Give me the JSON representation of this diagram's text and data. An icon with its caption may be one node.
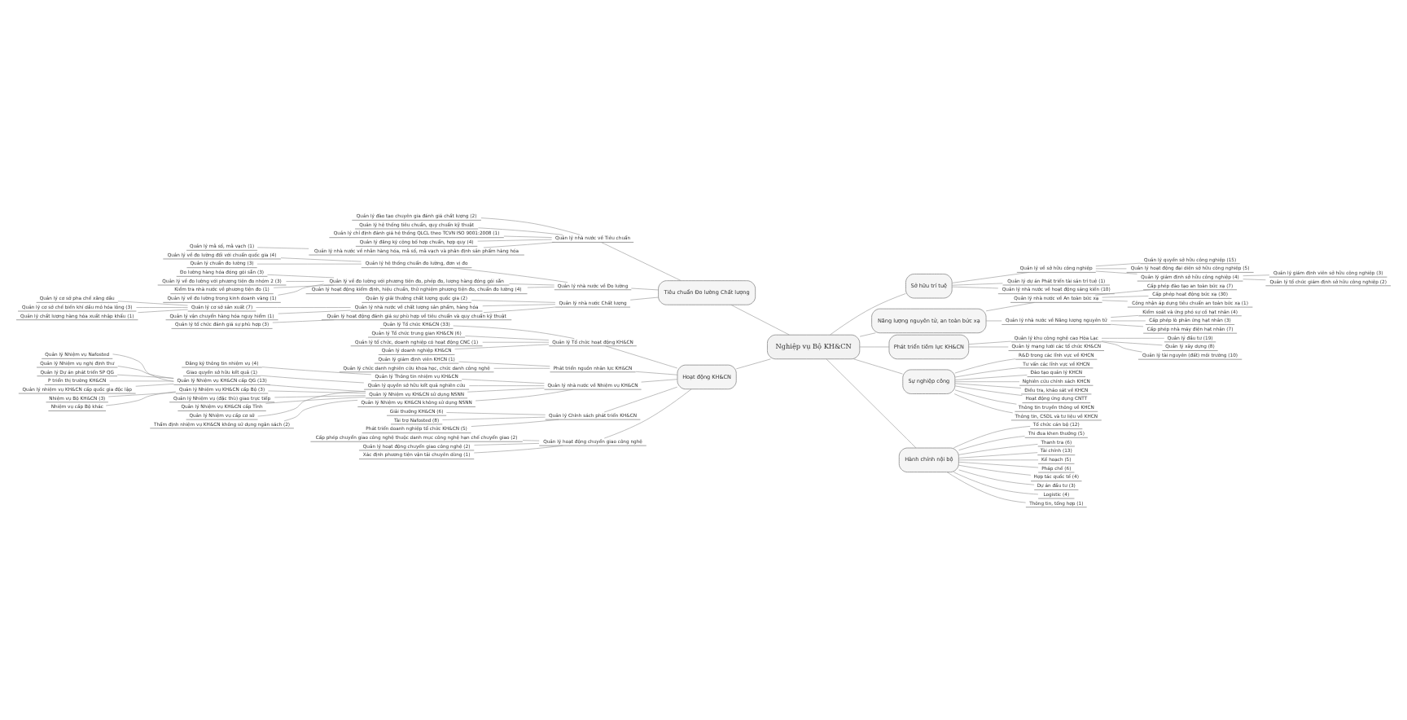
{
  "diagram": {
    "nodes": [
      {
        "text": [
          "Nghiệp vụ Bộ KH&CN"
        ]
      },
      {
        "text": [
          "Tiêu chuẩn Đo lường Chất lượng"
        ]
      },
      {
        "text": [
          "Quản lý nhà nước về Tiêu chuẩn"
        ]
      },
      {
        "text": [
          "Quản lý đào tạo chuyên gia đánh giá chất lượng (2)"
        ]
      },
      {
        "text": [
          "Quản lý hệ thống tiêu chuẩn, quy chuẩn kỹ thuật"
        ]
      },
      {
        "text": [
          "Quản lý chỉ định đánh giá hệ thống QLCL theo TCVN ISO 9001:2008 (1)"
        ]
      },
      {
        "text": [
          "Quản lý đăng ký công bố hợp chuẩn, hợp quy (4)"
        ]
      },
      {
        "text": [
          "Quản lý nhà nước về nhãn hàng hóa, mã số, mã vạch và phân định sản phẩm hàng hóa"
        ]
      },
      {
        "text": [
          "Quản lý mã số, mã vạch (1)"
        ]
      },
      {
        "text": [
          "Quản lý nhà nước về Đo lường"
        ]
      },
      {
        "text": [
          "Quản lý hệ thống chuẩn đo lường, đơn vị đo"
        ]
      },
      {
        "text": [
          "Quản lý về đo lường đối với chuẩn quốc gia (4)"
        ]
      },
      {
        "text": [
          "Quản lý chuẩn đo lường (3)"
        ]
      },
      {
        "text": [
          "Quản lý về đo lường với phương tiện đo, phép đo, lượng hàng đóng gói sẵn"
        ]
      },
      {
        "text": [
          "Đo lường hàng hóa đóng gói sẵn (3)"
        ]
      },
      {
        "text": [
          "Quản lý về đo lường với phương tiện đo nhóm 2 (3)"
        ]
      },
      {
        "text": [
          "Kiểm tra nhà nước về phương tiện đo (1)"
        ]
      },
      {
        "text": [
          "Quản lý về đo lường trong kinh doanh vàng (1)"
        ]
      },
      {
        "text": [
          "Quản lý hoạt động kiểm định, hiệu chuẩn, thử nghiệm phương tiện đo, chuẩn đo lường (4)"
        ]
      },
      {
        "text": [
          "Quản lý nhà nước Chất lượng"
        ]
      },
      {
        "text": [
          "Quản lý giải thưởng chất lượng quốc gia (2)"
        ]
      },
      {
        "text": [
          "Quản lý nhà nước về chất lượng sản phẩm, hàng hóa"
        ]
      },
      {
        "text": [
          "Quản lý cơ sở sản xuất (7)"
        ]
      },
      {
        "text": [
          "Quản lý cơ sở pha chế xăng dầu"
        ]
      },
      {
        "text": [
          "Quản lý cơ sở chế biến khí dầu mỏ hóa lỏng (3)"
        ]
      },
      {
        "text": [
          "Quản lý chất lượng hàng hóa xuất nhập khẩu (1)"
        ]
      },
      {
        "text": [
          "Quản lý vận chuyển hàng hóa nguy hiểm (1)"
        ]
      },
      {
        "text": [
          "Quản lý hoạt động đánh giá sự phù hợp về tiêu chuẩn và quy chuẩn kỹ thuật"
        ]
      },
      {
        "text": [
          "Quản lý tổ chức đánh giá sự phù hợp (3)"
        ]
      },
      {
        "text": [
          "Hoạt động KH&CN"
        ]
      },
      {
        "text": [
          "Quản lý Tổ chức hoạt động KH&CN"
        ]
      },
      {
        "text": [
          "Quản lý Tổ chức KH&CN (33)"
        ]
      },
      {
        "text": [
          "Quản lý Tổ chức trung gian KH&CN (6)"
        ]
      },
      {
        "text": [
          "Quản lý tổ chức, doanh nghiệp có hoạt động CNC (1)"
        ]
      },
      {
        "text": [
          "Quản lý doanh nghiệp KH&CN"
        ]
      },
      {
        "text": [
          "Phát triển nguồn nhân lực KH&CN"
        ]
      },
      {
        "text": [
          "Quản lý giám định viên KHCN (1)"
        ]
      },
      {
        "text": [
          "Quản lý chức danh nghiên cứu khoa học, chức danh công nghệ"
        ]
      },
      {
        "text": [
          "Quản lý nhà nước về Nhiệm vụ KH&CN"
        ]
      },
      {
        "text": [
          "Quản lý Thông tin nhiệm vụ KH&CN"
        ]
      },
      {
        "text": [
          "Đăng ký thông tin nhiệm vụ (4)"
        ]
      },
      {
        "text": [
          "Quản lý quyền sở hữu kết quả nghiên cứu"
        ]
      },
      {
        "text": [
          "Giao quyền sở hữu kết quả (1)"
        ]
      },
      {
        "text": [
          "Quản lý Nhiệm vụ KH&CN sử dụng NSNN"
        ]
      },
      {
        "text": [
          "Quản lý Nhiệm vụ KH&CN cấp QG (13)"
        ]
      },
      {
        "text": [
          "Quản lý Nhiệm vụ Nafosted"
        ]
      },
      {
        "text": [
          "Quản lý Nhiệm vụ nghị định thư"
        ]
      },
      {
        "text": [
          "Quản lý Dự án phát triển SP QG"
        ]
      },
      {
        "text": [
          "P triển thị trường KH&CN"
        ]
      },
      {
        "text": [
          "Quản lý nhiệm vụ KH&CN cấp quốc gia độc lập"
        ]
      },
      {
        "text": [
          "Quản lý Nhiệm vụ KH&CN cấp Bộ (3)"
        ]
      },
      {
        "text": [
          "Nhiệm vụ Bộ KH&CN (3)"
        ]
      },
      {
        "text": [
          "Nhiệm vụ cấp Bộ khác"
        ]
      },
      {
        "text": [
          "Quản lý Nhiệm vụ (đặc thù) giao trực tiếp"
        ]
      },
      {
        "text": [
          "Quản lý Nhiệm vụ KH&CN cấp Tỉnh"
        ]
      },
      {
        "text": [
          "Quản lý Nhiệm vụ cấp cơ sở"
        ]
      },
      {
        "text": [
          "Quản lý Nhiệm vụ KH&CN không sử dụng NSNN"
        ]
      },
      {
        "text": [
          "Thẩm định nhiệm vụ KH&CN không sử dụng ngân sách (2)"
        ]
      },
      {
        "text": [
          "Quản lý Chính sách phát triển KH&CN"
        ]
      },
      {
        "text": [
          "Giải thưởng KH&CN (6)"
        ]
      },
      {
        "text": [
          "Tài trợ Nafosted (8)"
        ]
      },
      {
        "text": [
          "Phát triển doanh nghiệp tổ chức KH&CN (5)"
        ]
      },
      {
        "text": [
          "Quản lý hoạt động chuyển giao công nghệ"
        ]
      },
      {
        "text": [
          "Cấp phép chuyển giao công nghệ thuộc danh mục công nghệ hạn chế chuyển giao (2)"
        ]
      },
      {
        "text": [
          "Quản lý hoạt động chuyển giao công nghệ (2)"
        ]
      },
      {
        "text": [
          "Xác định phương tiện vận tải chuyên dùng (1)"
        ]
      },
      {
        "text": [
          "Sở hữu trí tuệ"
        ]
      },
      {
        "text": [
          "Quản lý về sở hữu công nghiệp"
        ]
      },
      {
        "text": [
          "Quản lý quyền sở hữu công nghiệp (15)"
        ]
      },
      {
        "text": [
          "Quản lý hoạt động đại diện sở hữu công nghiệp (5)"
        ]
      },
      {
        "text": [
          "Quản lý giám định sở hữu công nghiệp (4)"
        ]
      },
      {
        "text": [
          "Quản lý giám định viên sở hữu công nghiệp (3)"
        ]
      },
      {
        "text": [
          "Quản lý tổ chức giám định sở hữu công nghiệp (2)"
        ]
      },
      {
        "text": [
          "Quản lý dự án Phát triển tài sản trí tuệ (1)"
        ]
      },
      {
        "text": [
          "Quản lý nhà nước về hoạt động sáng kiến (10)"
        ]
      },
      {
        "text": [
          "Năng lượng nguyên tử, an toàn bức xạ"
        ]
      },
      {
        "text": [
          "Quản lý nhà nước về An toàn bức xạ"
        ]
      },
      {
        "text": [
          "Cấp phép đào tạo an toàn bức xạ (7)"
        ]
      },
      {
        "text": [
          "Cấp phép hoạt động bức xạ (30)"
        ]
      },
      {
        "text": [
          "Công nhận áp dụng tiêu chuẩn an toàn bức xạ (1)"
        ]
      },
      {
        "text": [
          "Quản lý nhà nước về Năng lượng nguyên tử"
        ]
      },
      {
        "text": [
          "Kiểm soát và ứng phó sự cố hạt nhân (4)"
        ]
      },
      {
        "text": [
          "Cấp phép lò phản ứng hạt nhân (3)"
        ]
      },
      {
        "text": [
          "Cấp phép nhà máy điện hạt nhân (7)"
        ]
      },
      {
        "text": [
          "Phát triển tiềm lực KH&CN"
        ]
      },
      {
        "text": [
          "Quản lý khu công nghệ cao Hòa Lạc"
        ]
      },
      {
        "text": [
          "Quản lý đầu tư (19)"
        ]
      },
      {
        "text": [
          "Quản lý xây dựng (8)"
        ]
      },
      {
        "text": [
          "Quản lý tài nguyên (đất) môi trường (10)"
        ]
      },
      {
        "text": [
          "Quản lý mạng lưới các tổ chức KH&CN"
        ]
      },
      {
        "text": [
          "Sự nghiệp công"
        ]
      },
      {
        "text": [
          "R&D trong các lĩnh vực về KHCN"
        ]
      },
      {
        "text": [
          "Tư vấn các lĩnh vực về KHCN"
        ]
      },
      {
        "text": [
          "Đào tạo quản lý KHCN"
        ]
      },
      {
        "text": [
          "Nghiên cứu chính sách KHCN"
        ]
      },
      {
        "text": [
          "Điều tra, khảo sát về KHCN"
        ]
      },
      {
        "text": [
          "Hoạt động ứng dụng CNTT"
        ]
      },
      {
        "text": [
          "Thông tin truyền thông về KHCN"
        ]
      },
      {
        "text": [
          "Thông tin, CSDL và tư liệu về KHCN"
        ]
      },
      {
        "text": [
          "Hành chính nội bộ"
        ]
      },
      {
        "text": [
          "Tổ chức cán bộ (12)"
        ]
      },
      {
        "text": [
          "Thi đua khen thưởng (5)"
        ]
      },
      {
        "text": [
          "Thanh tra (6)"
        ]
      },
      {
        "text": [
          "Tài chính (13)"
        ]
      },
      {
        "text": [
          "Kế hoạch (5)"
        ]
      },
      {
        "text": [
          "Pháp chế (6)"
        ]
      },
      {
        "text": [
          "Hợp tác quốc tế (4)"
        ]
      },
      {
        "text": [
          "Dự án đầu tư (3)"
        ]
      },
      {
        "text": [
          "Logistic (4)"
        ]
      },
      {
        "text": [
          "Thông tin, tổng hợp (1)"
        ]
      }
    ],
    "edges": [
      {
        "from": 0,
        "to": 1,
        "arrow": "none"
      },
      {
        "from": 1,
        "to": 2,
        "arrow": "none"
      },
      {
        "from": 2,
        "to": 3,
        "arrow": "none"
      },
      {
        "from": 2,
        "to": 4,
        "arrow": "none"
      },
      {
        "from": 2,
        "to": 5,
        "arrow": "none"
      },
      {
        "from": 2,
        "to": 6,
        "arrow": "none"
      },
      {
        "from": 2,
        "to": 7,
        "arrow": "none"
      },
      {
        "from": 7,
        "to": 8,
        "arrow": "none"
      },
      {
        "from": 1,
        "to": 9,
        "arrow": "none"
      },
      {
        "from": 9,
        "to": 10,
        "arrow": "none"
      },
      {
        "from": 10,
        "to": 11,
        "arrow": "none"
      },
      {
        "from": 10,
        "to": 12,
        "arrow": "none"
      },
      {
        "from": 9,
        "to": 13,
        "arrow": "none"
      },
      {
        "from": 13,
        "to": 14,
        "arrow": "none"
      },
      {
        "from": 13,
        "to": 15,
        "arrow": "none"
      },
      {
        "from": 13,
        "to": 16,
        "arrow": "none"
      },
      {
        "from": 13,
        "to": 17,
        "arrow": "none"
      },
      {
        "from": 9,
        "to": 18,
        "arrow": "none"
      },
      {
        "from": 1,
        "to": 19,
        "arrow": "none"
      },
      {
        "from": 19,
        "to": 20,
        "arrow": "none"
      },
      {
        "from": 19,
        "to": 21,
        "arrow": "none"
      },
      {
        "from": 21,
        "to": 22,
        "arrow": "none"
      },
      {
        "from": 22,
        "to": 23,
        "arrow": "none"
      },
      {
        "from": 22,
        "to": 24,
        "arrow": "none"
      },
      {
        "from": 22,
        "to": 25,
        "arrow": "none"
      },
      {
        "from": 21,
        "to": 26,
        "arrow": "none"
      },
      {
        "from": 19,
        "to": 27,
        "arrow": "none"
      },
      {
        "from": 27,
        "to": 28,
        "arrow": "none"
      },
      {
        "from": 0,
        "to": 29,
        "arrow": "none"
      },
      {
        "from": 29,
        "to": 30,
        "arrow": "none"
      },
      {
        "from": 30,
        "to": 31,
        "arrow": "none"
      },
      {
        "from": 30,
        "to": 32,
        "arrow": "none"
      },
      {
        "from": 30,
        "to": 33,
        "arrow": "none"
      },
      {
        "from": 30,
        "to": 34,
        "arrow": "none"
      },
      {
        "from": 29,
        "to": 35,
        "arrow": "none"
      },
      {
        "from": 35,
        "to": 36,
        "arrow": "none"
      },
      {
        "from": 35,
        "to": 37,
        "arrow": "none"
      },
      {
        "from": 29,
        "to": 38,
        "arrow": "none"
      },
      {
        "from": 38,
        "to": 39,
        "arrow": "none"
      },
      {
        "from": 39,
        "to": 40,
        "arrow": "none"
      },
      {
        "from": 38,
        "to": 41,
        "arrow": "none"
      },
      {
        "from": 41,
        "to": 42,
        "arrow": "none"
      },
      {
        "from": 38,
        "to": 43,
        "arrow": "none"
      },
      {
        "from": 43,
        "to": 44,
        "arrow": "none"
      },
      {
        "from": 44,
        "to": 45,
        "arrow": "none"
      },
      {
        "from": 44,
        "to": 46,
        "arrow": "none"
      },
      {
        "from": 44,
        "to": 47,
        "arrow": "none"
      },
      {
        "from": 44,
        "to": 48,
        "arrow": "none"
      },
      {
        "from": 44,
        "to": 49,
        "arrow": "none"
      },
      {
        "from": 43,
        "to": 50,
        "arrow": "none"
      },
      {
        "from": 50,
        "to": 51,
        "arrow": "none"
      },
      {
        "from": 50,
        "to": 52,
        "arrow": "none"
      },
      {
        "from": 43,
        "to": 53,
        "arrow": "none"
      },
      {
        "from": 43,
        "to": 54,
        "arrow": "none"
      },
      {
        "from": 43,
        "to": 55,
        "arrow": "none"
      },
      {
        "from": 38,
        "to": 56,
        "arrow": "none"
      },
      {
        "from": 56,
        "to": 57,
        "arrow": "none"
      },
      {
        "from": 29,
        "to": 58,
        "arrow": "none"
      },
      {
        "from": 58,
        "to": 59,
        "arrow": "none"
      },
      {
        "from": 58,
        "to": 60,
        "arrow": "none"
      },
      {
        "from": 58,
        "to": 61,
        "arrow": "none"
      },
      {
        "from": 29,
        "to": 62,
        "arrow": "none"
      },
      {
        "from": 62,
        "to": 63,
        "arrow": "none"
      },
      {
        "from": 62,
        "to": 64,
        "arrow": "none"
      },
      {
        "from": 62,
        "to": 65,
        "arrow": "none"
      },
      {
        "from": 0,
        "to": 66,
        "arrow": "none"
      },
      {
        "from": 66,
        "to": 67,
        "arrow": "none"
      },
      {
        "from": 67,
        "to": 68,
        "arrow": "none"
      },
      {
        "from": 67,
        "to": 69,
        "arrow": "none"
      },
      {
        "from": 67,
        "to": 70,
        "arrow": "none"
      },
      {
        "from": 70,
        "to": 71,
        "arrow": "none"
      },
      {
        "from": 70,
        "to": 72,
        "arrow": "none"
      },
      {
        "from": 66,
        "to": 73,
        "arrow": "none"
      },
      {
        "from": 66,
        "to": 74,
        "arrow": "none"
      },
      {
        "from": 0,
        "to": 75,
        "arrow": "none"
      },
      {
        "from": 75,
        "to": 76,
        "arrow": "none"
      },
      {
        "from": 76,
        "to": 77,
        "arrow": "none"
      },
      {
        "from": 76,
        "to": 78,
        "arrow": "none"
      },
      {
        "from": 76,
        "to": 79,
        "arrow": "none"
      },
      {
        "from": 75,
        "to": 80,
        "arrow": "none"
      },
      {
        "from": 80,
        "to": 81,
        "arrow": "none"
      },
      {
        "from": 80,
        "to": 82,
        "arrow": "none"
      },
      {
        "from": 80,
        "to": 83,
        "arrow": "none"
      },
      {
        "from": 0,
        "to": 84,
        "arrow": "none"
      },
      {
        "from": 84,
        "to": 85,
        "arrow": "none"
      },
      {
        "from": 85,
        "to": 86,
        "arrow": "none"
      },
      {
        "from": 85,
        "to": 87,
        "arrow": "none"
      },
      {
        "from": 85,
        "to": 88,
        "arrow": "none"
      },
      {
        "from": 84,
        "to": 89,
        "arrow": "none"
      },
      {
        "from": 0,
        "to": 90,
        "arrow": "none"
      },
      {
        "from": 90,
        "to": 91,
        "arrow": "none"
      },
      {
        "from": 90,
        "to": 92,
        "arrow": "none"
      },
      {
        "from": 90,
        "to": 93,
        "arrow": "none"
      },
      {
        "from": 90,
        "to": 94,
        "arrow": "none"
      },
      {
        "from": 90,
        "to": 95,
        "arrow": "none"
      },
      {
        "from": 90,
        "to": 96,
        "arrow": "none"
      },
      {
        "from": 90,
        "to": 97,
        "arrow": "none"
      },
      {
        "from": 90,
        "to": 98,
        "arrow": "none"
      },
      {
        "from": 0,
        "to": 99,
        "arrow": "none"
      },
      {
        "from": 99,
        "to": 100,
        "arrow": "none"
      },
      {
        "from": 99,
        "to": 101,
        "arrow": "none"
      },
      {
        "from": 99,
        "to": 102,
        "arrow": "none"
      },
      {
        "from": 99,
        "to": 103,
        "arrow": "none"
      },
      {
        "from": 99,
        "to": 104,
        "arrow": "none"
      },
      {
        "from": 99,
        "to": 105,
        "arrow": "none"
      },
      {
        "from": 99,
        "to": 106,
        "arrow": "none"
      },
      {
        "from": 99,
        "to": 107,
        "arrow": "none"
      },
      {
        "from": 99,
        "to": 108,
        "arrow": "none"
      },
      {
        "from": 99,
        "to": 109,
        "arrow": "none"
      }
    ]
  }
}
